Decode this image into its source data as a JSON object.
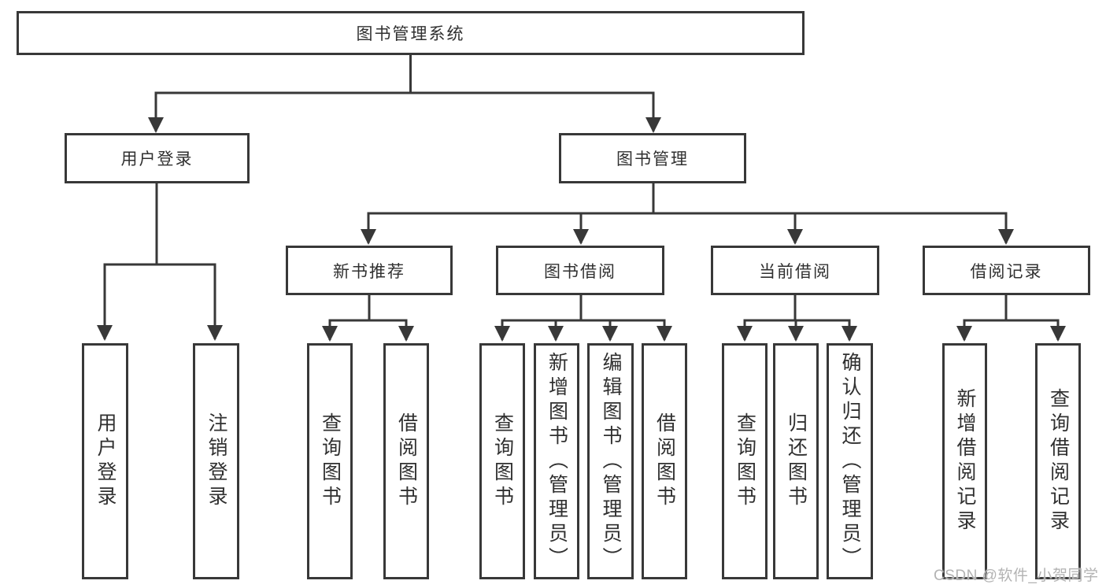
{
  "diagram": {
    "root": {
      "label": "图书管理系统"
    },
    "branches": [
      {
        "label": "用户登录",
        "children": [
          {
            "label": "用户登录"
          },
          {
            "label": "注销登录"
          }
        ]
      },
      {
        "label": "图书管理",
        "children": [
          {
            "label": "新书推荐",
            "children": [
              {
                "label": "查询图书"
              },
              {
                "label": "借阅图书"
              }
            ]
          },
          {
            "label": "图书借阅",
            "children": [
              {
                "label": "查询图书"
              },
              {
                "label": "新增图书（管理员）"
              },
              {
                "label": "编辑图书（管理员）"
              },
              {
                "label": "借阅图书"
              }
            ]
          },
          {
            "label": "当前借阅",
            "children": [
              {
                "label": "查询图书"
              },
              {
                "label": "归还图书"
              },
              {
                "label": "确认归还（管理员）"
              }
            ]
          },
          {
            "label": "借阅记录",
            "children": [
              {
                "label": "新增借阅记录"
              },
              {
                "label": "查询借阅记录"
              }
            ]
          }
        ]
      }
    ]
  },
  "watermark": {
    "text": "CSDN @软件_小贺同学"
  },
  "colors": {
    "line": "#383838",
    "text": "#303030",
    "background": "#ffffff",
    "watermark": "#b3b3b3"
  }
}
